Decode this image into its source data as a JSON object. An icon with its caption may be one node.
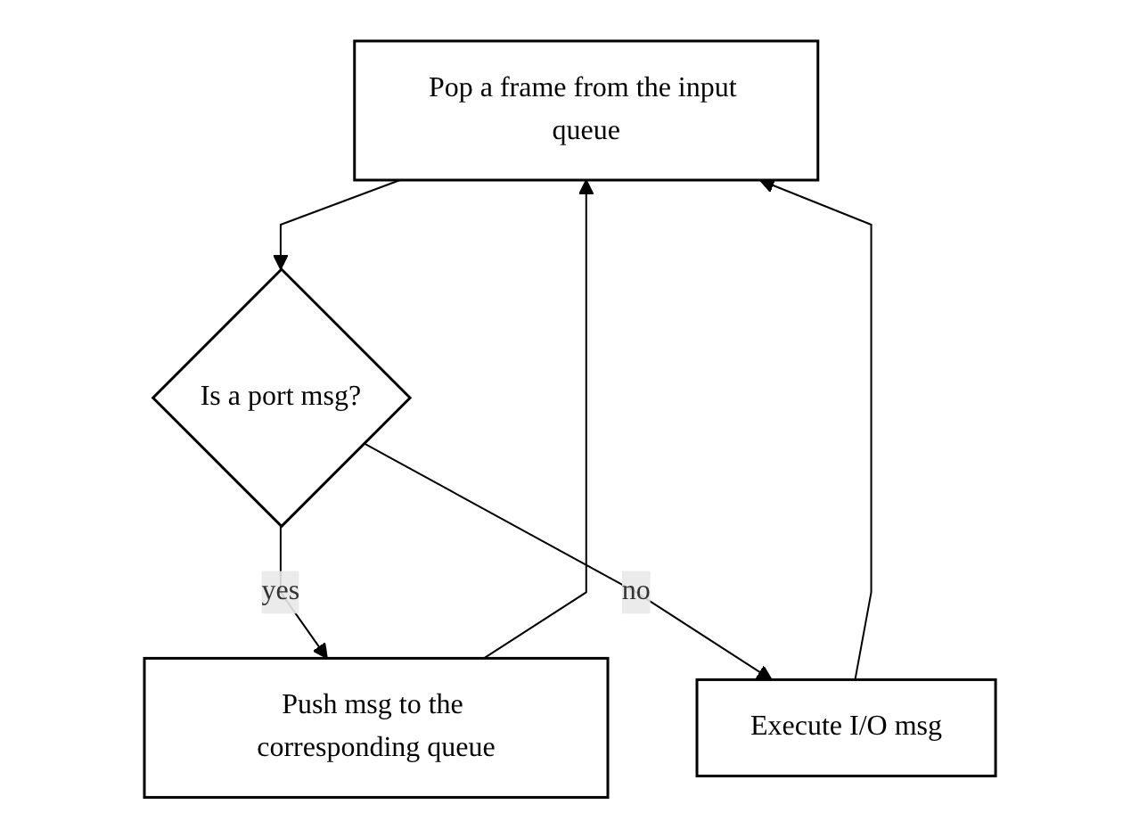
{
  "diagram": {
    "nodes": [
      {
        "text": [
          "Pop a frame from the input queue"
        ]
      },
      {
        "text": [
          "Is a port msg?"
        ]
      },
      {
        "text": [
          "Push msg to the corresponding queue"
        ]
      },
      {
        "text": [
          "Execute I/O msg"
        ]
      }
    ],
    "edges": [
      {
        "from": 0,
        "to": 1,
        "arrow": "to"
      },
      {
        "from": 1,
        "to": 2,
        "arrow": "to",
        "label": "yes"
      },
      {
        "from": 1,
        "to": 3,
        "arrow": "to",
        "label": "no"
      },
      {
        "from": 2,
        "to": 0,
        "arrow": "to"
      },
      {
        "from": 3,
        "to": 0,
        "arrow": "to"
      }
    ]
  }
}
